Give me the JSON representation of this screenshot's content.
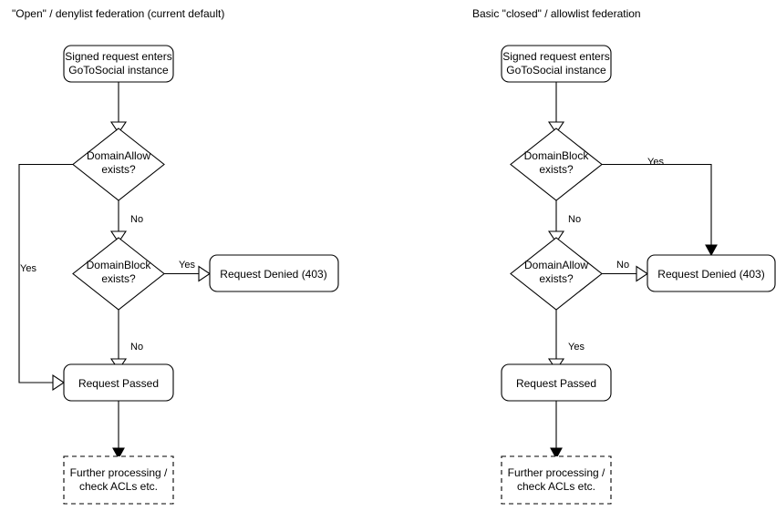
{
  "page": {
    "background": "#ffffff",
    "stroke_color": "#000000",
    "text_color": "#000000"
  },
  "diagrams": [
    {
      "id": "open-denylist",
      "title": "\"Open\" / denylist federation (current default)",
      "nodes": {
        "entry_line1": "Signed request enters",
        "entry_line2": "GoToSocial instance",
        "decision1_line1": "DomainAllow",
        "decision1_line2": "exists?",
        "decision2_line1": "DomainBlock",
        "decision2_line2": "exists?",
        "denied": "Request Denied (403)",
        "passed": "Request Passed",
        "further_line1": "Further processing /",
        "further_line2": "check ACLs etc."
      },
      "edges": {
        "allow_yes": "Yes",
        "allow_no": "No",
        "block_yes": "Yes",
        "block_no": "No"
      }
    },
    {
      "id": "closed-allowlist",
      "title": "Basic \"closed\" / allowlist federation",
      "nodes": {
        "entry_line1": "Signed request enters",
        "entry_line2": "GoToSocial instance",
        "decision1_line1": "DomainBlock",
        "decision1_line2": "exists?",
        "decision2_line1": "DomainAllow",
        "decision2_line2": "exists?",
        "denied": "Request Denied (403)",
        "passed": "Request Passed",
        "further_line1": "Further processing /",
        "further_line2": "check ACLs etc."
      },
      "edges": {
        "block_yes": "Yes",
        "block_no": "No",
        "allow_no": "No",
        "allow_yes": "Yes"
      }
    }
  ]
}
